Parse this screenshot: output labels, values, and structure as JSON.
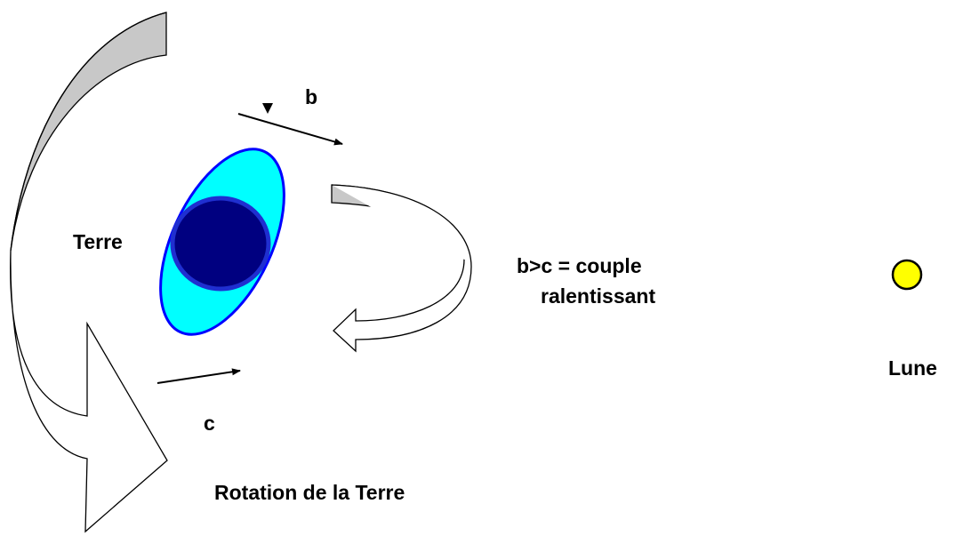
{
  "labels": {
    "b": "b",
    "earth": "Terre",
    "torque_line1": "b>c = couple",
    "torque_line2": "ralentissant",
    "moon": "Lune",
    "c": "c",
    "rotation": "Rotation de la Terre"
  },
  "colors": {
    "tidal_bulge": "#00FFFF",
    "outline_blue": "#0000FF",
    "earth_core": "#000080",
    "moon_fill": "#FFFF00",
    "arrow_band": "#C8C8C8",
    "ink": "#000000"
  }
}
